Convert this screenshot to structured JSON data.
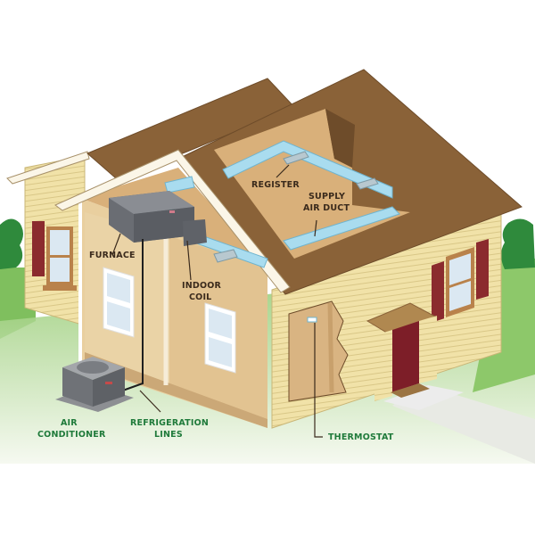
{
  "diagram": {
    "subject": "Home central air conditioning / forced-air HVAC system cutaway",
    "colors": {
      "roof": "#8a6238",
      "roof_edge": "#6e4c2a",
      "siding": "#f1e2a8",
      "siding_line": "#d9c787",
      "interior_wall": "#e6c998",
      "attic_floor": "#d9b07a",
      "duct": "#a9dcef",
      "duct_edge": "#6fb4cf",
      "furnace": "#6a6d73",
      "shutter": "#8b2b2e",
      "door": "#7d1e28",
      "window_glass": "#dbe8f2",
      "window_frame": "#b9824b",
      "grass": "#9ccf78",
      "tree": "#2f8a3c",
      "label_dark": "#3a2a1c",
      "label_green": "#1f7a3a",
      "leader_line": "#3a2a1c"
    },
    "labels": {
      "register": "REGISTER",
      "supply_air_duct_line1": "SUPPLY",
      "supply_air_duct_line2": "AIR DUCT",
      "furnace": "FURNACE",
      "indoor_coil_line1": "INDOOR",
      "indoor_coil_line2": "COIL",
      "air_conditioner_line1": "AIR",
      "air_conditioner_line2": "CONDITIONER",
      "refrigeration_lines_line1": "REFRIGERATION",
      "refrigeration_lines_line2": "LINES",
      "thermostat": "THERMOSTAT"
    },
    "components": [
      {
        "id": "register",
        "label": "REGISTER"
      },
      {
        "id": "supply-air-duct",
        "label": "SUPPLY AIR DUCT"
      },
      {
        "id": "furnace",
        "label": "FURNACE"
      },
      {
        "id": "indoor-coil",
        "label": "INDOOR COIL"
      },
      {
        "id": "air-conditioner",
        "label": "AIR CONDITIONER"
      },
      {
        "id": "refrigeration-lines",
        "label": "REFRIGERATION LINES"
      },
      {
        "id": "thermostat",
        "label": "THERMOSTAT"
      }
    ]
  }
}
